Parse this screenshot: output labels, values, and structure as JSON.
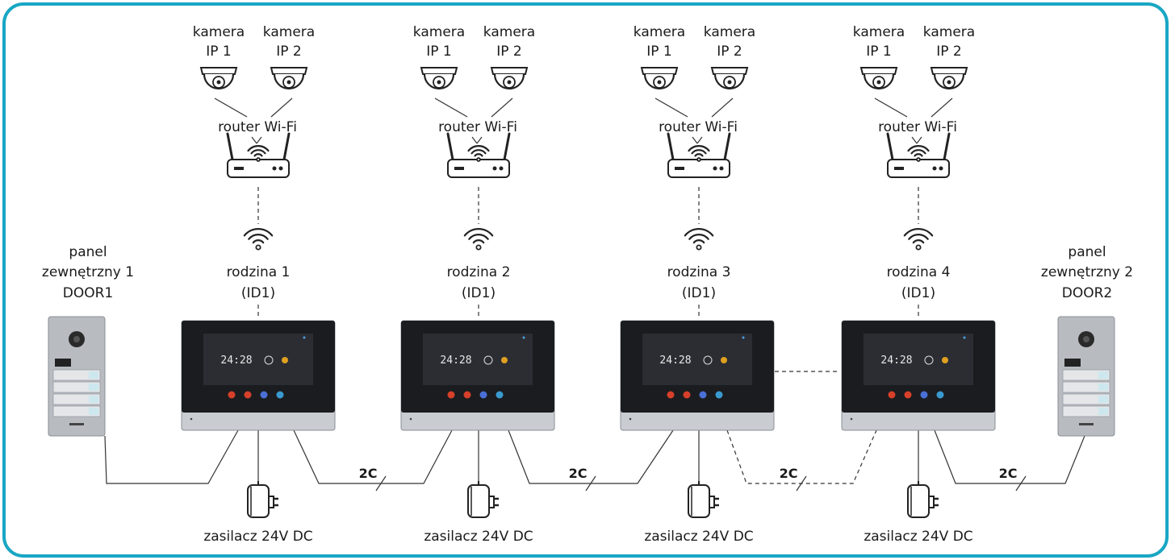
{
  "frame_color": "#19a7c4",
  "groups": [
    {
      "cam1": [
        "kamera",
        "IP 1"
      ],
      "cam2": [
        "kamera",
        "IP 2"
      ],
      "router": "router Wi-Fi",
      "family": [
        "rodzina 1",
        "(ID1)"
      ],
      "psu": "zasilacz 24V DC"
    },
    {
      "cam1": [
        "kamera",
        "IP 1"
      ],
      "cam2": [
        "kamera",
        "IP 2"
      ],
      "router": "router Wi-Fi",
      "family": [
        "rodzina 2",
        "(ID1)"
      ],
      "psu": "zasilacz 24V DC"
    },
    {
      "cam1": [
        "kamera",
        "IP 1"
      ],
      "cam2": [
        "kamera",
        "IP 2"
      ],
      "router": "router Wi-Fi",
      "family": [
        "rodzina 3",
        "(ID1)"
      ],
      "psu": "zasilacz 24V DC"
    },
    {
      "cam1": [
        "kamera",
        "IP 1"
      ],
      "cam2": [
        "kamera",
        "IP 2"
      ],
      "router": "router Wi-Fi",
      "family": [
        "rodzina 4",
        "(ID1)"
      ],
      "psu": "zasilacz 24V DC"
    }
  ],
  "door_panels": [
    {
      "label": [
        "panel",
        "zewnętrzny 1",
        "DOOR1"
      ]
    },
    {
      "label": [
        "panel",
        "zewnętrzny 2",
        "DOOR2"
      ]
    }
  ],
  "bus_label": "2C",
  "monitor_clock": "24:28",
  "icons": {
    "camera": "dome-camera-icon",
    "router": "wifi-router-icon",
    "wifi": "wifi-signal-icon",
    "monitor": "indoor-monitor-icon",
    "psu": "power-adapter-icon",
    "door": "door-station-icon"
  }
}
